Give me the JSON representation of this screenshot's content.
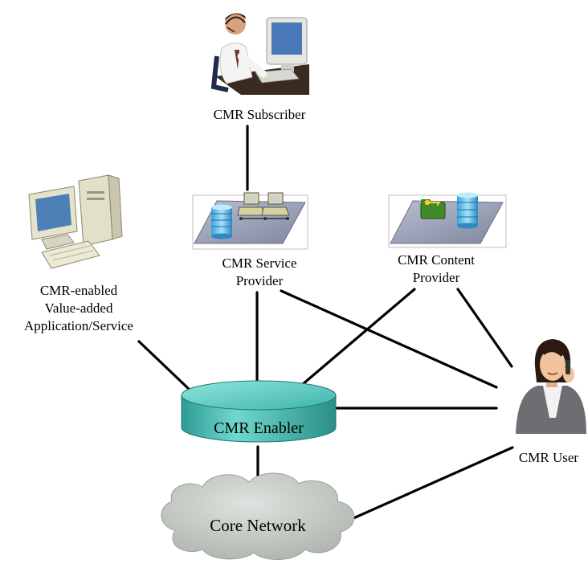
{
  "diagram": {
    "nodes": {
      "subscriber": {
        "label": "CMR Subscriber",
        "icon": "person-at-computer-icon"
      },
      "service_provider": {
        "label_lines": [
          "CMR Service",
          "Provider"
        ],
        "icon": "server-platform-icon"
      },
      "content_provider": {
        "label_lines": [
          "CMR Content",
          "Provider"
        ],
        "icon": "server-platform-icon"
      },
      "application": {
        "label_lines": [
          "CMR-enabled",
          "Value-added",
          "Application/Service"
        ],
        "icon": "desktop-computer-icon"
      },
      "enabler": {
        "label": "CMR Enabler",
        "color": "#5fc9c0"
      },
      "user": {
        "label": "CMR User",
        "icon": "woman-on-phone-icon"
      },
      "core_network": {
        "label": "Core Network",
        "color": "#c8ccc8"
      }
    },
    "connections": [
      [
        "subscriber",
        "service_provider"
      ],
      [
        "service_provider",
        "enabler"
      ],
      [
        "service_provider",
        "user"
      ],
      [
        "content_provider",
        "enabler"
      ],
      [
        "content_provider",
        "user"
      ],
      [
        "application",
        "enabler"
      ],
      [
        "enabler",
        "user"
      ],
      [
        "enabler",
        "core_network"
      ],
      [
        "core_network",
        "user"
      ]
    ]
  }
}
